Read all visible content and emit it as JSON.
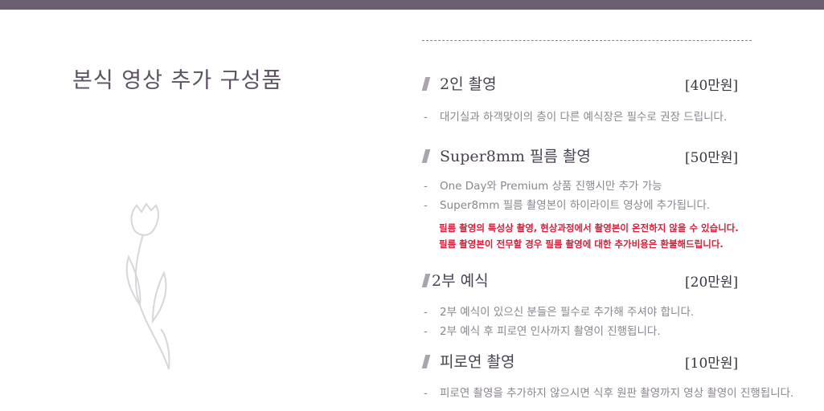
{
  "title": "본식 영상 추가 구성품",
  "items": [
    {
      "name": "2인 촬영",
      "price": "[40만원]",
      "notes": [
        "대기실과 하객맞이의 층이 다른 예식장은 필수로 권장 드립니다."
      ]
    },
    {
      "name": "Super8mm 필름 촬영",
      "price": "[50만원]",
      "notes": [
        "One Day와 Premium 상품 진행시만 추가 가능",
        "Super8mm 필름 촬영본이 하이라이트 영상에 추가됩니다."
      ],
      "warnings": [
        "필름 촬영의 특성상 촬영, 현상과정에서 촬영본이 온전하지 않을 수 있습니다.",
        "필름 촬영본이 전무할 경우 필름 촬영에 대한 추가비용은 환불해드립니다."
      ]
    },
    {
      "name": "2부 예식",
      "price": "[20만원]",
      "notes": [
        "2부 예식이 있으신 분들은 필수로 추가해 주셔야 합니다.",
        "2부 예식 후 피로연 인사까지 촬영이 진행됩니다."
      ]
    },
    {
      "name": "피로연 촬영",
      "price": "[10만원]",
      "notes": [
        "피로연 촬영을 추가하지 않으시면 식후 원판 촬영까지 영상 촬영이 진행됩니다."
      ]
    }
  ],
  "bullet": "-",
  "colors": {
    "topbar": "#6b5f70",
    "warning": "#d4203a"
  }
}
